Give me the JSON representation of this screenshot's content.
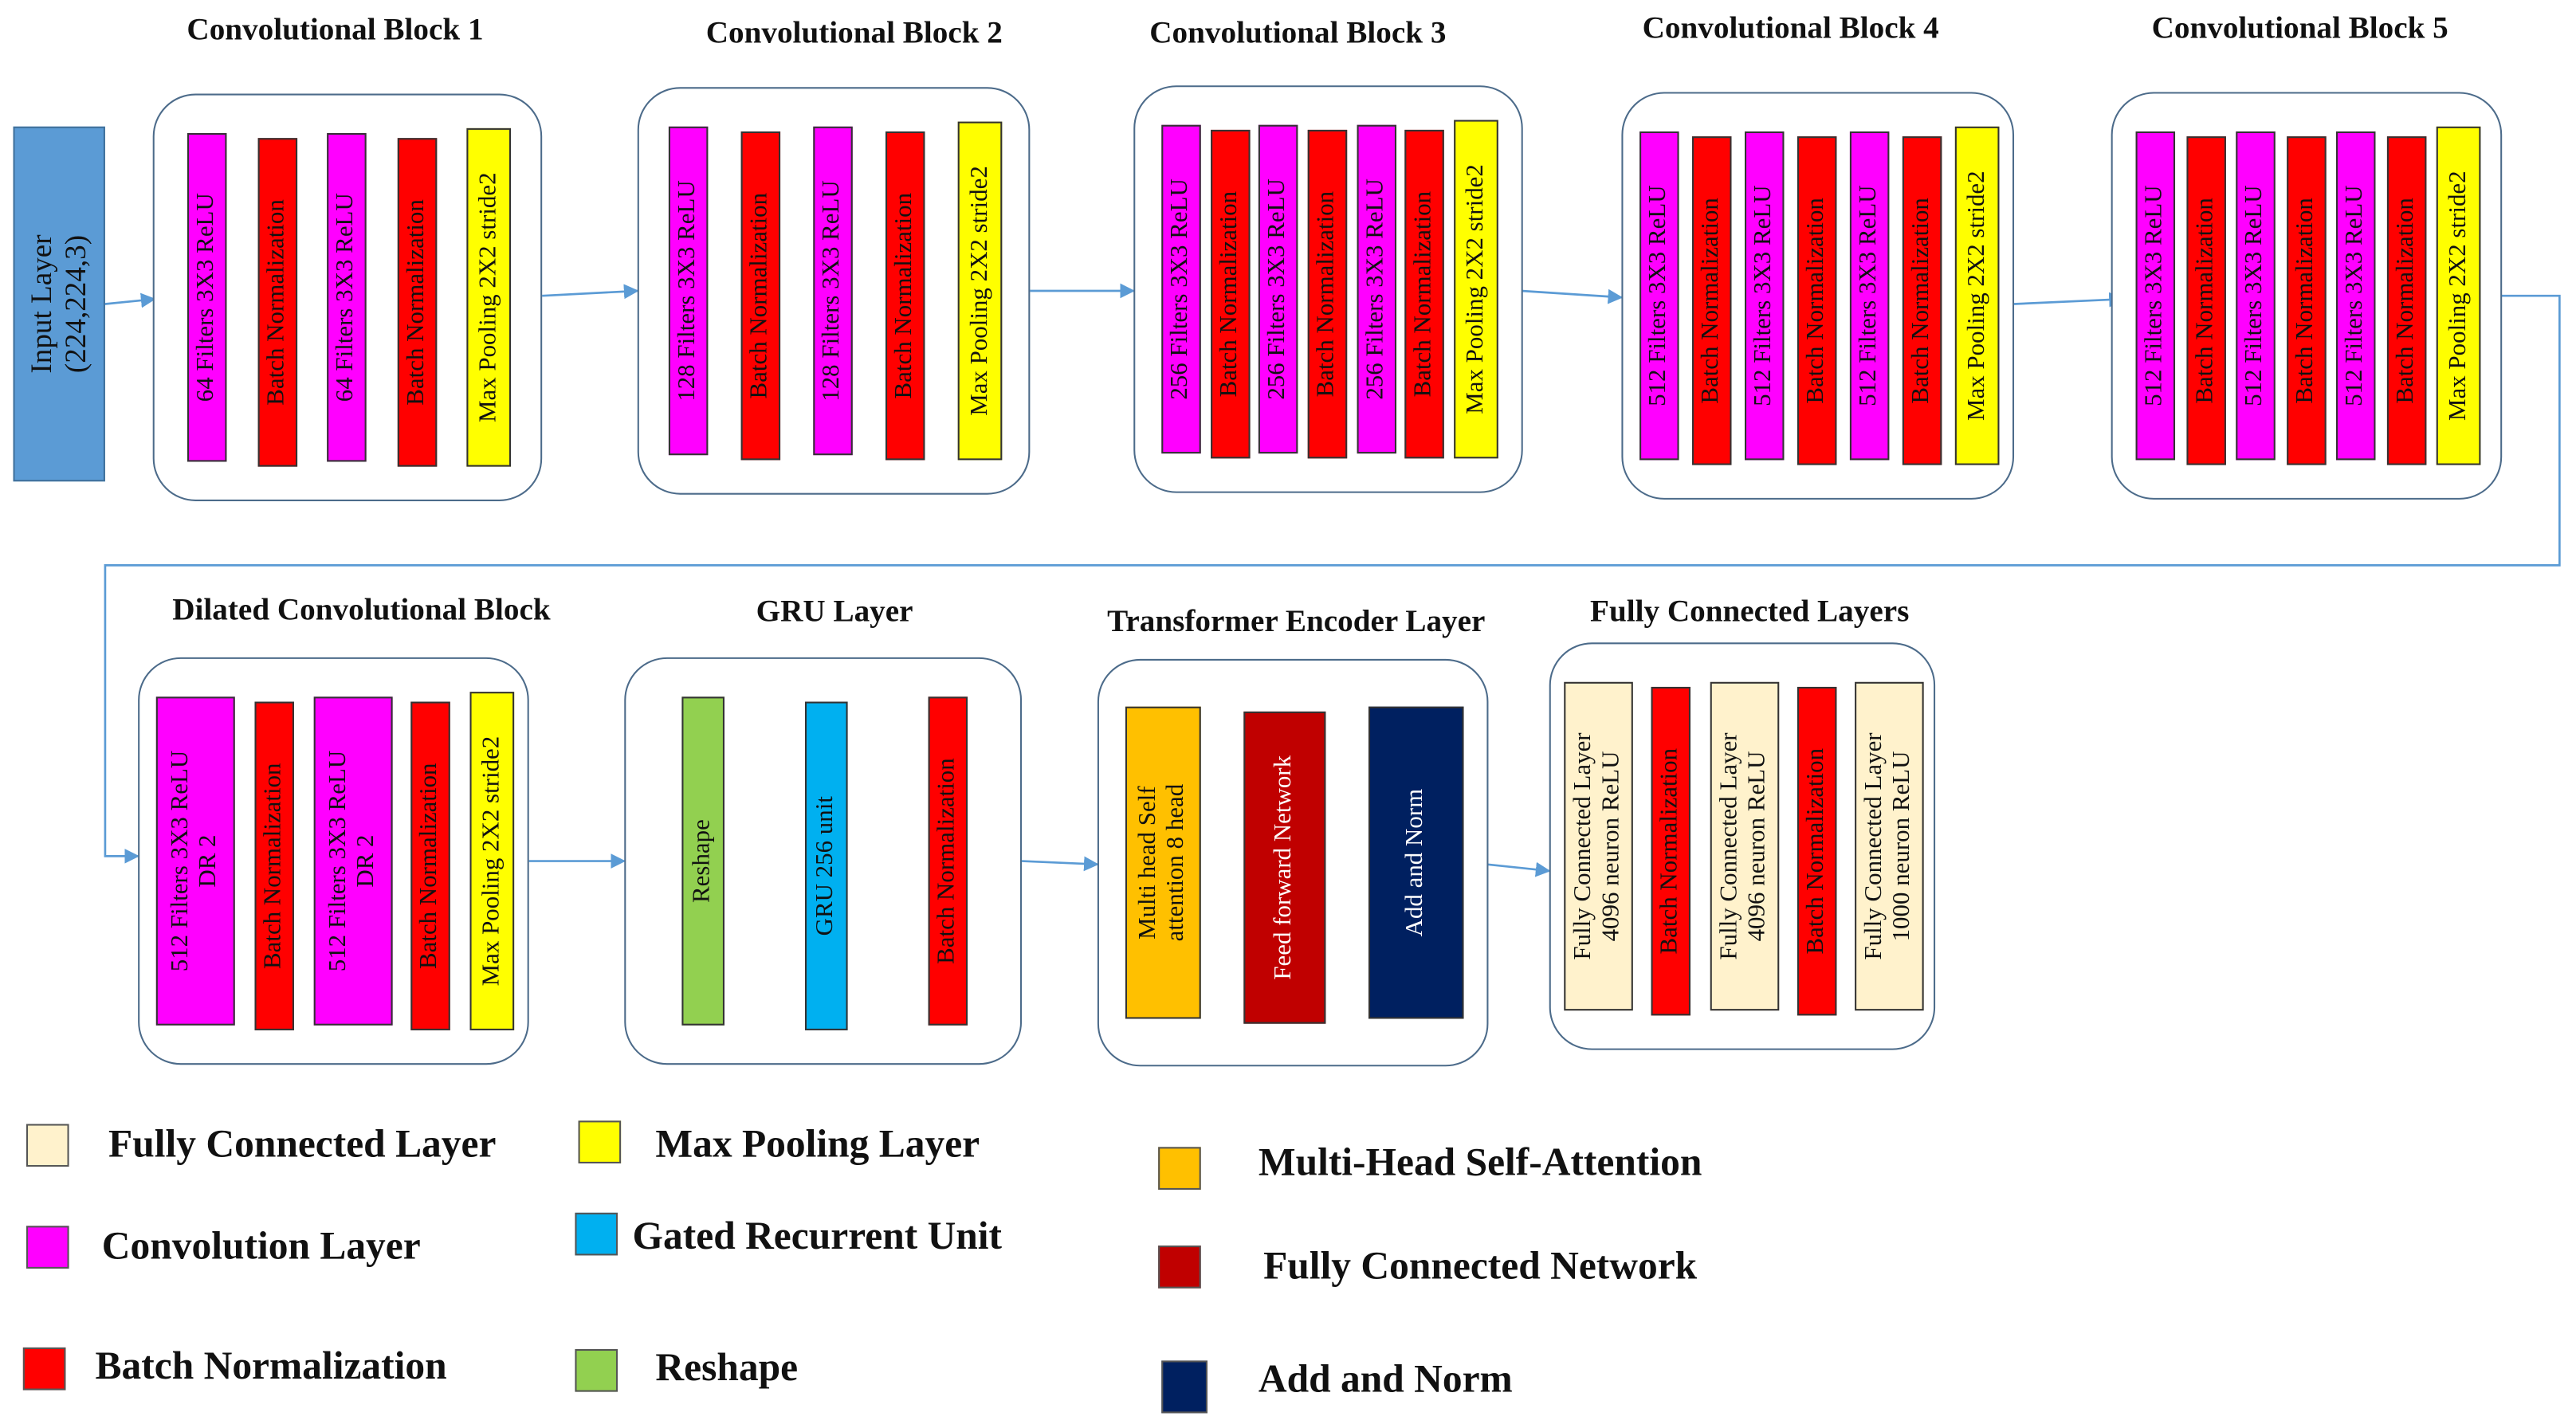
{
  "input_layer": {
    "label": "Input Layer\n(224,224,3)"
  },
  "blocks": [
    {
      "title": "Convolutional Block 1",
      "layers": [
        {
          "type": "conv",
          "text": "64 Filters 3X3 ReLU"
        },
        {
          "type": "bn",
          "text": "Batch Normalization"
        },
        {
          "type": "conv",
          "text": "64 Filters 3X3 ReLU"
        },
        {
          "type": "bn",
          "text": "Batch Normalization"
        },
        {
          "type": "pool",
          "text": "Max Pooling 2X2 stride2"
        }
      ]
    },
    {
      "title": "Convolutional Block 2",
      "layers": [
        {
          "type": "conv",
          "text": "128 Filters 3X3 ReLU"
        },
        {
          "type": "bn",
          "text": "Batch Normalization"
        },
        {
          "type": "conv",
          "text": "128 Filters 3X3 ReLU"
        },
        {
          "type": "bn",
          "text": "Batch Normalization"
        },
        {
          "type": "pool",
          "text": "Max Pooling 2X2 stride2"
        }
      ]
    },
    {
      "title": "Convolutional Block 3",
      "layers": [
        {
          "type": "conv",
          "text": "256 Filters 3X3 ReLU"
        },
        {
          "type": "bn",
          "text": "Batch Normalization"
        },
        {
          "type": "conv",
          "text": "256 Filters 3X3 ReLU"
        },
        {
          "type": "bn",
          "text": "Batch Normalization"
        },
        {
          "type": "conv",
          "text": "256 Filters 3X3 ReLU"
        },
        {
          "type": "bn",
          "text": "Batch Normalization"
        },
        {
          "type": "pool",
          "text": "Max Pooling 2X2 stride2"
        }
      ]
    },
    {
      "title": "Convolutional Block 4",
      "layers": [
        {
          "type": "conv",
          "text": "512 Filters 3X3 ReLU"
        },
        {
          "type": "bn",
          "text": "Batch Normalization"
        },
        {
          "type": "conv",
          "text": "512 Filters 3X3 ReLU"
        },
        {
          "type": "bn",
          "text": "Batch Normalization"
        },
        {
          "type": "conv",
          "text": "512 Filters 3X3 ReLU"
        },
        {
          "type": "bn",
          "text": "Batch Normalization"
        },
        {
          "type": "pool",
          "text": "Max Pooling 2X2 stride2"
        }
      ]
    },
    {
      "title": "Convolutional Block 5",
      "layers": [
        {
          "type": "conv",
          "text": "512 Filters 3X3 ReLU"
        },
        {
          "type": "bn",
          "text": "Batch Normalization"
        },
        {
          "type": "conv",
          "text": "512 Filters 3X3 ReLU"
        },
        {
          "type": "bn",
          "text": "Batch Normalization"
        },
        {
          "type": "conv",
          "text": "512 Filters 3X3 ReLU"
        },
        {
          "type": "bn",
          "text": "Batch Normalization"
        },
        {
          "type": "pool",
          "text": "Max Pooling 2X2 stride2"
        }
      ]
    },
    {
      "title": "Dilated Convolutional Block",
      "layers": [
        {
          "type": "conv",
          "text": "512 Filters 3X3 ReLU\nDR 2"
        },
        {
          "type": "bn",
          "text": "Batch Normalization"
        },
        {
          "type": "conv",
          "text": "512 Filters 3X3 ReLU\nDR 2"
        },
        {
          "type": "bn",
          "text": "Batch Normalization"
        },
        {
          "type": "pool",
          "text": "Max Pooling 2X2 stride2"
        }
      ]
    },
    {
      "title": "GRU Layer",
      "layers": [
        {
          "type": "reshape",
          "text": "Reshape"
        },
        {
          "type": "gru",
          "text": "GRU 256 unit"
        },
        {
          "type": "bn",
          "text": "Batch Normalization"
        }
      ]
    },
    {
      "title": "Transformer Encoder Layer",
      "layers": [
        {
          "type": "mhsa",
          "text": "Multi head Self\nattention 8 head"
        },
        {
          "type": "ffn",
          "text": "Feed forward Network"
        },
        {
          "type": "norm",
          "text": "Add and Norm"
        }
      ]
    },
    {
      "title": "Fully Connected Layers",
      "layers": [
        {
          "type": "fc",
          "text": "Fully Connected Layer\n4096 neuron ReLU"
        },
        {
          "type": "bn",
          "text": "Batch Normalization"
        },
        {
          "type": "fc",
          "text": "Fully Connected Layer\n4096 neuron ReLU"
        },
        {
          "type": "bn",
          "text": "Batch Normalization"
        },
        {
          "type": "fc",
          "text": "Fully Connected Layer\n1000 neuron ReLU"
        }
      ]
    }
  ],
  "legend": [
    {
      "type": "fc",
      "label": "Fully Connected Layer"
    },
    {
      "type": "conv",
      "label": "Convolution Layer"
    },
    {
      "type": "bn",
      "label": "Batch Normalization"
    },
    {
      "type": "pool",
      "label": "Max Pooling Layer"
    },
    {
      "type": "gru",
      "label": "Gated Recurrent Unit"
    },
    {
      "type": "reshape",
      "label": "Reshape"
    },
    {
      "type": "mhsa",
      "label": "Multi-Head Self-Attention"
    },
    {
      "type": "ffn",
      "label": "Fully Connected Network"
    },
    {
      "type": "norm",
      "label": "Add and Norm"
    }
  ],
  "colors": {
    "conv": "#ff00ff",
    "bn": "#ff0000",
    "pool": "#ffff00",
    "fc": "#fff2cc",
    "gru": "#00b0f0",
    "reshape": "#92d050",
    "mhsa": "#ffc000",
    "ffn": "#c00000",
    "norm": "#002060",
    "input": "#5b9bd5"
  }
}
